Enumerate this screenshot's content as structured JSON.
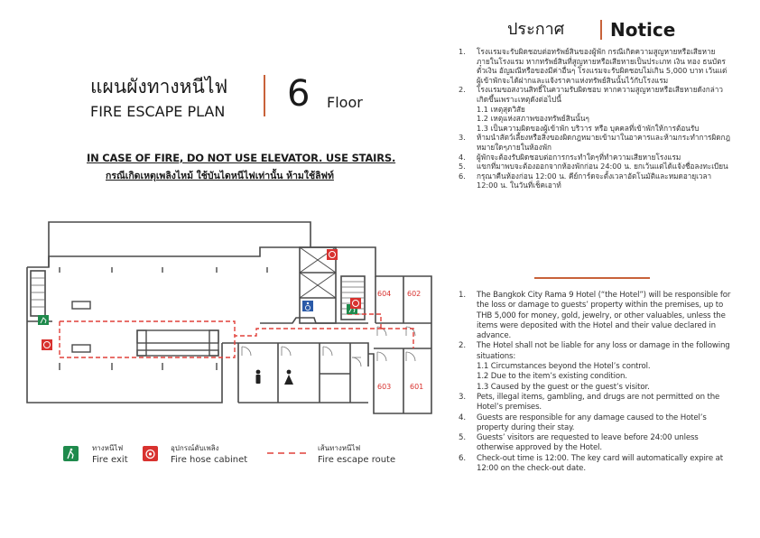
{
  "plan_title": {
    "thai": "แผนผังทางหนีไฟ",
    "english": "FIRE ESCAPE PLAN",
    "floor_number": "6",
    "floor_word": "Floor"
  },
  "warning": {
    "english": "IN CASE OF FIRE, DO NOT USE ELEVATOR. USE STAIRS.",
    "thai": "กรณีเกิดเหตุเพลิงไหม้ ใช้บันไดหนีไฟเท่านั้น ห้ามใช้ลิฟท์"
  },
  "rooms": [
    "604",
    "602",
    "603",
    "601"
  ],
  "icons": {
    "fire_exit": "fire-exit-icon",
    "fire_hose": "fire-hose-icon",
    "restroom": "person-icon",
    "accessible": "wheelchair-icon"
  },
  "legend": [
    {
      "thai": "ทางหนีไฟ",
      "english": "Fire exit"
    },
    {
      "thai": "อุปกรณ์ดับเพลิง",
      "english": "Fire hose cabinet"
    },
    {
      "thai": "เส้นทางหนีไฟ",
      "english": "Fire escape route"
    }
  ],
  "notice": {
    "title_thai": "ประกาศ",
    "title_english": "Notice",
    "thai_items": [
      {
        "num": "1.",
        "text": "โรงแรมจะรับผิดชอบต่อทรัพย์สินของผู้พัก กรณีเกิดความสูญหายหรือเสียหายภายในโรงแรม หากทรัพย์สินที่สูญหายหรือเสียหายเป็นประเภท เงิน ทอง ธนบัตร ตั๋วเงิน อัญมณีหรือของมีค่าอื่นๆ โรงแรมจะรับผิดชอบไม่เกิน 5,000 บาท เว้นแต่ผู้เข้าพักจะได้ฝากและแจ้งราคาแห่งทรัพย์สินนั้นไว้กับโรงแรม"
      },
      {
        "num": "2.",
        "text": "โรงแรมขอสงวนสิทธิ์ในความรับผิดชอบ หากความสูญหายหรือเสียหายดังกล่าวเกิดขึ้นเพราะเหตุดังต่อไปนี้",
        "sub": [
          "1.1 เหตุสุดวิสัย",
          "1.2 เหตุแห่งสภาพของทรัพย์สินนั้นๆ",
          "1.3 เป็นความผิดของผู้เข้าพัก บริวาร หรือ บุคคลที่เข้าพักให้การต้อนรับ"
        ]
      },
      {
        "num": "3.",
        "text": "ห้ามนำสัตว์เลี้ยงหรือสิ่งของผิดกฎหมายเข้ามาในอาคารและห้ามกระทำการผิดกฎหมายใดๆภายในห้องพัก"
      },
      {
        "num": "4.",
        "text": "ผู้พักจะต้องรับผิดชอบต่อการกระทำใดๆที่ทำความเสียหายโรงแรม"
      },
      {
        "num": "5.",
        "text": "แขกที่มาพบจะต้องออกจากห้องพักก่อน 24:00 น. ยกเว้นแต่ได้แจ้งชื่อลงทะเบียน"
      },
      {
        "num": "6.",
        "text": "กรุณาคืนห้องก่อน 12:00 น. คีย์การ์ดจะตั้งเวลาอัตโนมัติและหมดอายุเวลา 12:00 น. ในวันที่เช็คเอาท์"
      }
    ],
    "english_items": [
      {
        "num": "1.",
        "text": "The Bangkok City Rama 9 Hotel (“the Hotel”) will be responsible for the loss or damage to guests’ property within the premises, up to THB 5,000 for money, gold, jewelry, or other valuables, unless the items were deposited with the Hotel and their value declared in advance."
      },
      {
        "num": "2.",
        "text": "The Hotel shall not be liable for any loss or damage in the following situations:",
        "sub": [
          "1.1 Circumstances beyond the Hotel’s control.",
          "1.2 Due to the item’s existing condition.",
          "1.3 Caused by the guest or the guest’s visitor."
        ]
      },
      {
        "num": "3.",
        "text": "Pets, illegal items, gambling, and drugs are not permitted on the Hotel’s premises."
      },
      {
        "num": "4.",
        "text": "Guests are responsible for any damage caused to the Hotel’s property during their stay."
      },
      {
        "num": "5.",
        "text": "Guests’ visitors are requested to leave before 24:00 unless otherwise approved by the Hotel."
      },
      {
        "num": "6.",
        "text": "Check-out time is 12:00. The key card will automatically expire at 12:00 on the check-out date."
      }
    ]
  },
  "colors": {
    "accent": "#c8623a",
    "exit_green": "#1f8a4c",
    "hose_red": "#d8322f",
    "wall": "#4a4a4a",
    "route": "#e0403a"
  }
}
